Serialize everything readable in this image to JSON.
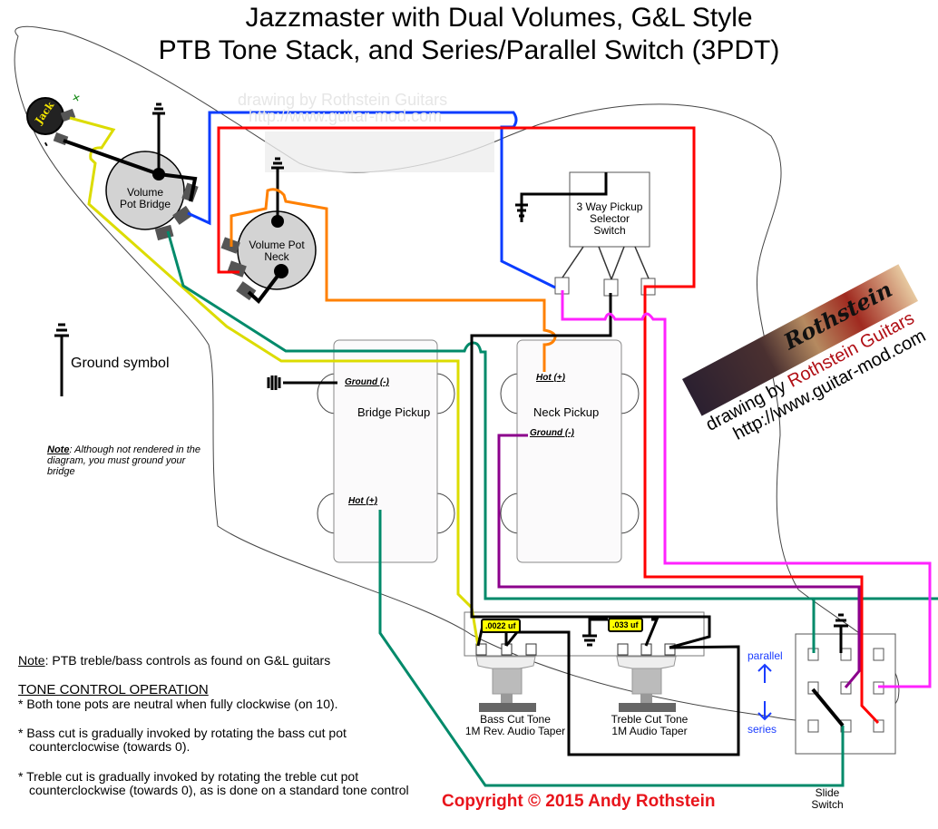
{
  "title": {
    "line1": "Jazzmaster with Dual Volumes, G&L Style",
    "line2": "PTB Tone Stack, and Series/Parallel Switch (3PDT)"
  },
  "watermark": {
    "top_line1": "drawing by Rothstein Guitars",
    "top_line2": "http://www.guitar-mod.com",
    "logo_text": "Rothstein",
    "drawing_by": "drawing by ",
    "brand": "Rothstein Guitars",
    "url": "http://www.guitar-mod.com"
  },
  "components": {
    "jack": {
      "label": "Jack",
      "plus": "+",
      "minus": "-"
    },
    "volume_bridge": {
      "line1": "Volume",
      "line2": "Pot Bridge"
    },
    "volume_neck": {
      "line1": "Volume Pot",
      "line2": "Neck"
    },
    "selector": {
      "line1": "3 Way Pickup",
      "line2": "Selector",
      "line3": "Switch"
    },
    "bridge_pickup": {
      "label": "Bridge Pickup",
      "ground": "Ground (-)",
      "hot": "Hot (+)"
    },
    "neck_pickup": {
      "label": "Neck Pickup",
      "ground": "Ground (-)",
      "hot": "Hot (+)"
    },
    "bass_cut": {
      "line1": "Bass Cut Tone",
      "line2": "1M Rev. Audio Taper",
      "cap": ".0022 uf"
    },
    "treble_cut": {
      "line1": "Treble Cut Tone",
      "line2": "1M Audio Taper",
      "cap": ".033 uf"
    },
    "slide_switch": {
      "line1": "Slide",
      "line2": "Switch",
      "up_label": "parallel",
      "down_label": "series"
    }
  },
  "legend": {
    "ground_symbol": "Ground symbol"
  },
  "notes": {
    "bridge_note_label": "Note",
    "bridge_note_text": ": Although not rendered in the diagram, you must ground your bridge",
    "ptb_note_label": "Note",
    "ptb_note_text": ":  PTB treble/bass controls as found on G&L guitars",
    "heading": "TONE CONTROL OPERATION",
    "bullets": [
      "Both tone pots are neutral when fully clockwise (on 10).",
      "Bass cut is gradually invoked by rotating the bass cut pot counterclocwise (towards 0).",
      "Treble cut is gradually invoked  by rotating the treble cut pot counterclockwise (towards 0), as is done on a standard tone control"
    ]
  },
  "copyright": "Copyright © 2015 Andy Rothstein",
  "wire_colors": {
    "yellow": "#dcdc00",
    "green": "#008a6a",
    "blue": "#0a3cff",
    "red": "#ff0000",
    "orange": "#ff8000",
    "magenta": "#ff22ff",
    "purple": "#8c008c",
    "black": "#000000"
  }
}
